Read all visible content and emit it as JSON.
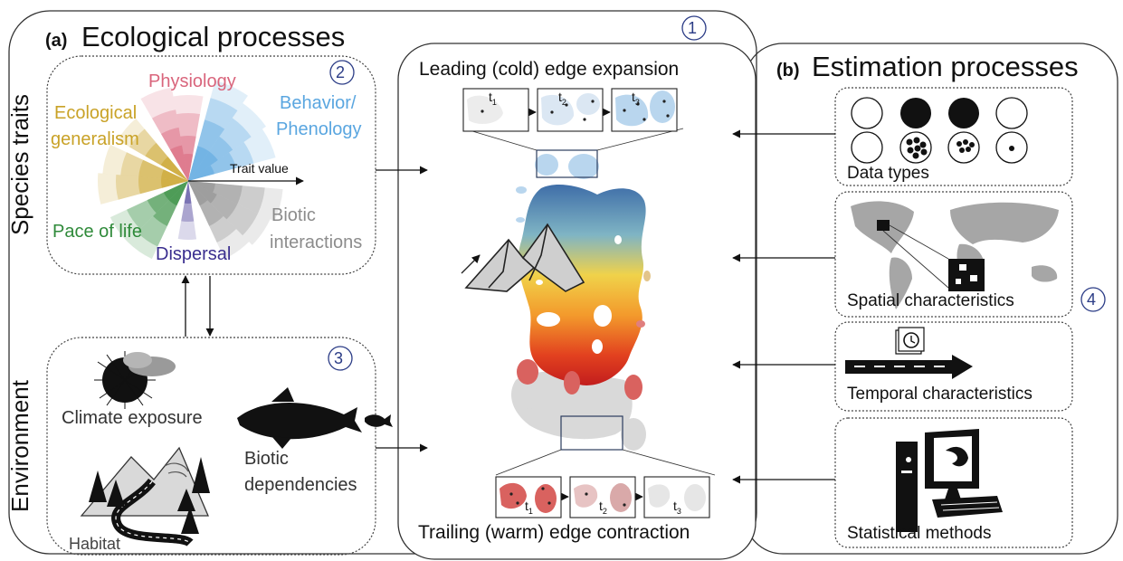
{
  "panel_a": {
    "letter": "(a)",
    "title": "Ecological processes",
    "traits_label": "Species traits",
    "environment_label": "Environment",
    "traits": {
      "number": "2",
      "physiology": "Physiology",
      "ecological_generalism_1": "Ecological",
      "ecological_generalism_2": "generalism",
      "behavior_1": "Behavior/",
      "behavior_2": "Phenology",
      "trait_value": "Trait value",
      "biotic_interactions_1": "Biotic",
      "biotic_interactions_2": "interactions",
      "pace_of_life": "Pace of life",
      "dispersal": "Dispersal"
    },
    "environment": {
      "number": "3",
      "climate_exposure": "Climate exposure",
      "biotic_dependencies_1": "Biotic",
      "biotic_dependencies_2": "dependencies",
      "habitat": "Habitat"
    }
  },
  "center": {
    "number": "1",
    "leading_edge": "Leading (cold) edge expansion",
    "trailing_edge": "Trailing (warm) edge contraction",
    "time_labels": [
      "t",
      "t",
      "t"
    ],
    "time_subscripts": [
      "1",
      "2",
      "3"
    ]
  },
  "panel_b": {
    "letter": "(b)",
    "title": "Estimation processes",
    "number": "4",
    "boxes": [
      "Data types",
      "Spatial characteristics",
      "Temporal characteristics",
      "Statistical methods"
    ]
  },
  "colors": {
    "physiology": "#d9657c",
    "ecological_generalism": "#c9a227",
    "behavior": "#5aa6e0",
    "biotic_interactions": "#8c8c8c",
    "pace_of_life": "#2f8a3a",
    "dispersal": "#3a2e8f",
    "leading_blue": "#b9d6ee",
    "trailing_red": "#d96b6b"
  },
  "icons": [
    "mountain-icon",
    "storm-cloud-icon",
    "tuna-fish-icon",
    "forest-road-icon",
    "world-map-icon",
    "clock-calendar-icon",
    "computer-icon"
  ]
}
